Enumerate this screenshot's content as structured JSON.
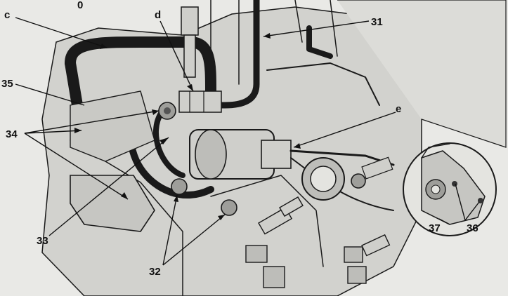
{
  "diagram": {
    "callouts": {
      "c": "c",
      "d": "d",
      "e": "e",
      "n31": "31",
      "n32": "32",
      "n33": "33",
      "n34": "34",
      "n35": "35",
      "n36": "36",
      "n37": "37",
      "top_fragment": "0"
    },
    "colors": {
      "ink": "#1a1a1a",
      "paper": "#e9e9e6",
      "shade": "#bdbdb9",
      "mid": "#9e9e9a"
    }
  }
}
